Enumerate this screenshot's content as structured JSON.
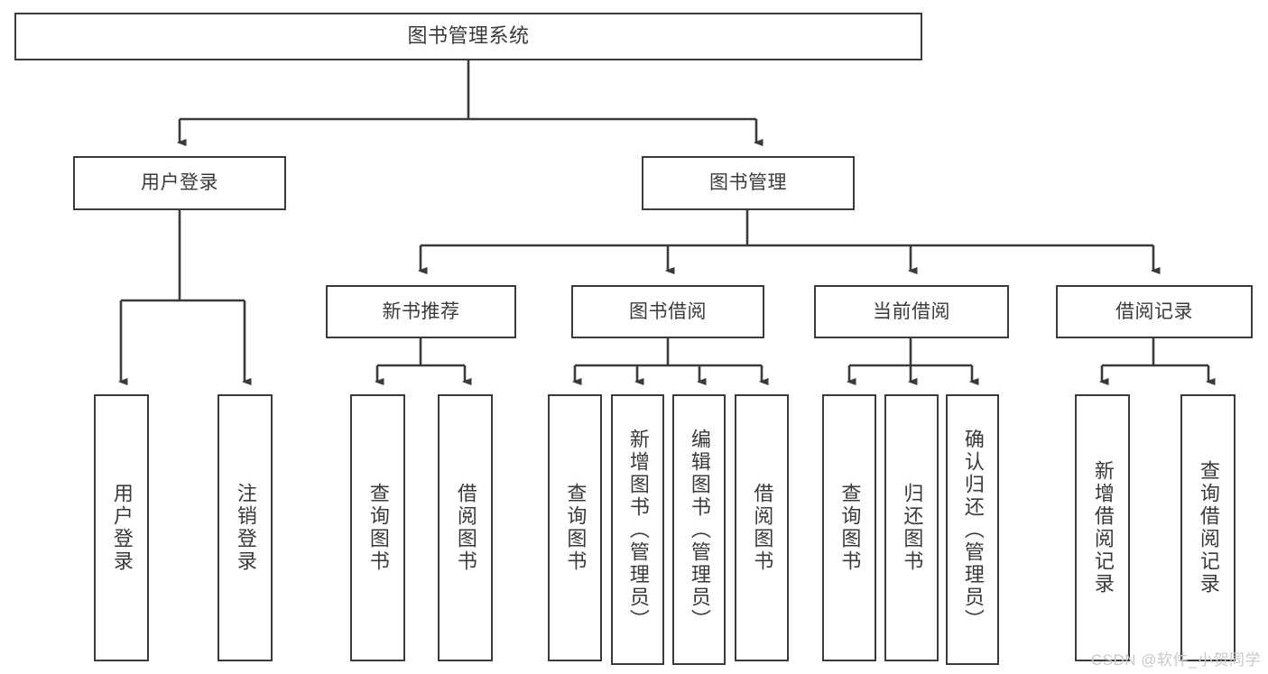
{
  "diagram": {
    "title": "图书管理系统",
    "watermark": "CSDN @软件_小贺同学",
    "colors": {
      "stroke": "#3b3b3b",
      "text": "#3a3a3a",
      "background": "#ffffff",
      "watermark": "#c9c9c9"
    },
    "nodes": {
      "root": {
        "label": "图书管理系统"
      },
      "level2": [
        {
          "id": "user-login",
          "label": "用户登录"
        },
        {
          "id": "book-management",
          "label": "图书管理"
        }
      ],
      "level3": [
        {
          "id": "new-book-recommend",
          "label": "新书推荐"
        },
        {
          "id": "book-borrow",
          "label": "图书借阅"
        },
        {
          "id": "current-borrow",
          "label": "当前借阅"
        },
        {
          "id": "borrow-record",
          "label": "借阅记录"
        }
      ],
      "leaves": {
        "user-login": [
          {
            "id": "leaf-user-login",
            "label": "用户登录"
          },
          {
            "id": "leaf-logout-login",
            "label": "注销登录"
          }
        ],
        "new-book-recommend": [
          {
            "id": "leaf-query-book-1",
            "label": "查询图书"
          },
          {
            "id": "leaf-borrow-book-1",
            "label": "借阅图书"
          }
        ],
        "book-borrow": [
          {
            "id": "leaf-query-book-2",
            "label": "查询图书"
          },
          {
            "id": "leaf-add-book",
            "label": "新增图书（管理员）"
          },
          {
            "id": "leaf-edit-book",
            "label": "编辑图书（管理员）"
          },
          {
            "id": "leaf-borrow-book-2",
            "label": "借阅图书"
          }
        ],
        "current-borrow": [
          {
            "id": "leaf-query-book-3",
            "label": "查询图书"
          },
          {
            "id": "leaf-return-book",
            "label": "归还图书"
          },
          {
            "id": "leaf-confirm-return",
            "label": "确认归还（管理员）"
          }
        ],
        "borrow-record": [
          {
            "id": "leaf-add-record",
            "label": "新增借阅记录"
          },
          {
            "id": "leaf-query-record",
            "label": "查询借阅记录"
          }
        ]
      }
    }
  }
}
